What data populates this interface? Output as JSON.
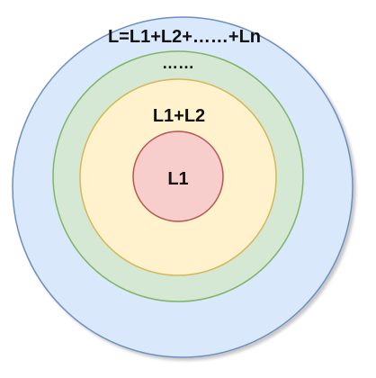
{
  "diagram": {
    "circles": [
      {
        "label": "L=L1+L2+……+Ln",
        "fill": "#dae8fc",
        "stroke": "#6c8ebf"
      },
      {
        "label": "……",
        "fill": "#d5e8d4",
        "stroke": "#82b366"
      },
      {
        "label": "L1+L2",
        "fill": "#fff2cc",
        "stroke": "#d6b656"
      },
      {
        "label": "L1",
        "fill": "#f8cecc",
        "stroke": "#b85450"
      }
    ]
  }
}
